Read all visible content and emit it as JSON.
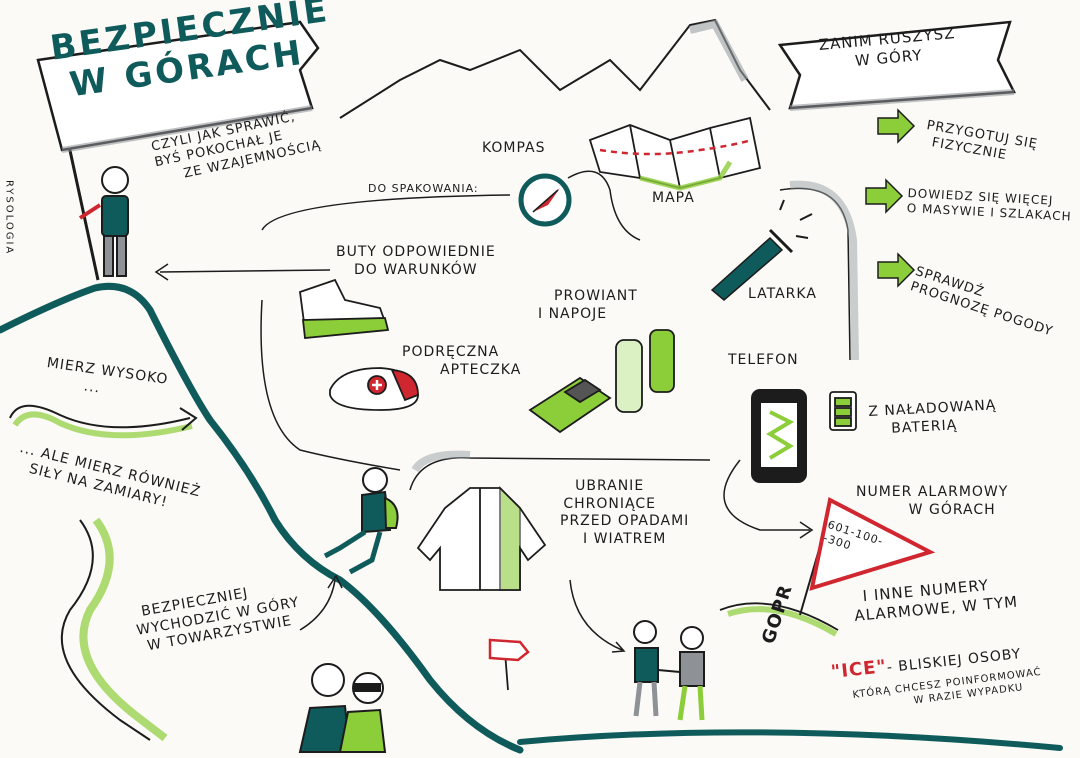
{
  "title": {
    "line1": "Bezpiecznie",
    "line2": "w górach"
  },
  "subtitle": [
    "czyli jak sprawić,",
    "byś pokochał je",
    "ze wzajemnością"
  ],
  "side_credit": "Rysologia",
  "pack_label": "do spakowania:",
  "items": {
    "kompas": "Kompas",
    "mapa": "Mapa",
    "latarka": "Latarka",
    "buty": [
      "Buty odpowiednie",
      "do warunków"
    ],
    "prowiant": [
      "Prowiant",
      "i napoje"
    ],
    "apteczka": [
      "Podręczna",
      "apteczka"
    ],
    "telefon": "Telefon",
    "bateria": [
      "z naładowaną",
      "baterią"
    ],
    "ubranie": [
      "Ubranie",
      "chroniące",
      "przed opadami",
      "i wiatrem"
    ]
  },
  "before_banner": [
    "Zanim ruszysz",
    "w góry"
  ],
  "before_steps": [
    [
      "Przygotuj się",
      "fizycznie"
    ],
    [
      "Dowiedz się więcej",
      "o masywie i szlakach"
    ],
    [
      "Sprawdź",
      "prognozę pogody"
    ]
  ],
  "measure": {
    "line1": "Mierz wysoko",
    "dots": "...",
    "line2": [
      "... ale mierz również",
      "siły na zamiary!"
    ]
  },
  "company": [
    "Bezpieczniej",
    "wychodzić w góry",
    "w towarzystwie"
  ],
  "emergency": {
    "label": [
      "Numer alarmowy",
      "w górach"
    ],
    "numbers": [
      "601-100-",
      "-300"
    ],
    "gopr": "GOPR",
    "other": [
      "i inne numery",
      "alarmowe, w tym"
    ],
    "ice_code": "\"ICE\"",
    "ice_rest": "- bliskiej osoby",
    "ice_desc": [
      "którą chcesz poinformować",
      "w razie wypadku"
    ]
  },
  "colors": {
    "teal": "#0f5b5c",
    "green": "#8ccd3a",
    "red": "#d02630",
    "ink": "#1c1c1c",
    "grey": "#8e9296"
  }
}
